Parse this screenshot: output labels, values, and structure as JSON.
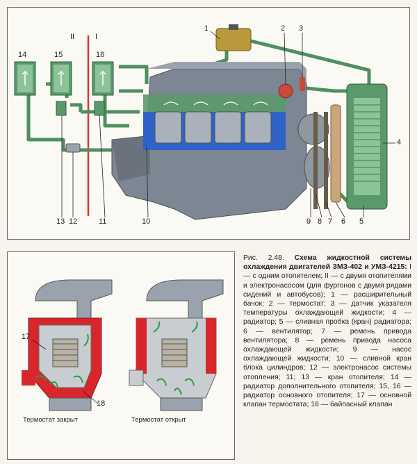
{
  "figure": {
    "marks": {
      "one": "I",
      "two": "II"
    },
    "callouts": [
      "1",
      "2",
      "3",
      "4",
      "5",
      "6",
      "7",
      "8",
      "9",
      "10",
      "11",
      "12",
      "13",
      "14",
      "15",
      "16",
      "17",
      "18"
    ]
  },
  "thermostat": {
    "closed_label": "Термостат закрыт",
    "open_label": "Термостат открыт"
  },
  "caption": {
    "prefix": "Рис. 2.48.",
    "title": "Схема жидкостной системы охлаждения двигателей ЗМЗ-402 и УМЗ-4215:",
    "body": " I — с одним отопителем; II — с двумя отопителями и электронасосом (для фургонов с двумя рядами сидений и автобусов); 1 — расширительный бачок; 2 — термостат; 3 — датчик указателя температуры охлаждающей жидкости; 4 — радиатор; 5 — сливная пробка (кран) радиатора; 6 — вентилятор; 7 — ремень привода вентилятора; 8 — ремень привода насоса охлаждающей жидкости; 9 — насос охлаждающей жидкости; 10 — сливной кран блока цилиндров; 12 — электронасос системы отопления; 11; 13 — кран отопителя; 14 — радиатор дополнительного отопителя; 15, 16 — радиатор основного отопителя; 17 — основной клапан термостата; 18 — байпасный клапан"
  },
  "colors": {
    "coolant": "#5a9a6a",
    "coolant_light": "#8cc49a",
    "engine": "#7d8793",
    "engine_dark": "#5a626c",
    "block_blue": "#2f63c8",
    "tank": "#b89a3c",
    "thermo_red": "#d9262b",
    "divider": "#d9342b"
  }
}
